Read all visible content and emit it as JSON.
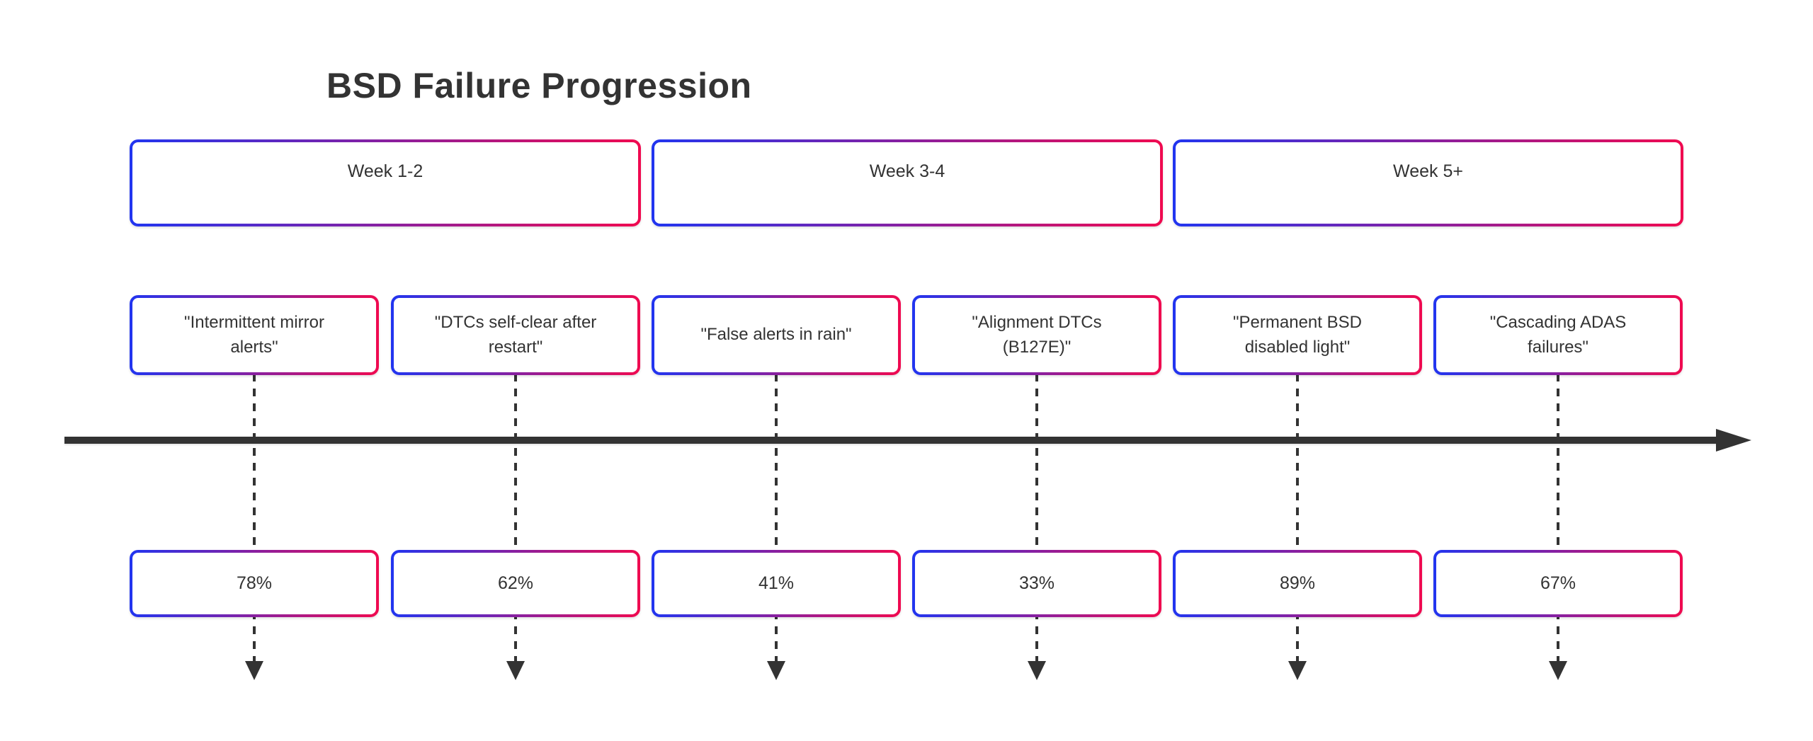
{
  "title": "BSD Failure Progression",
  "colors": {
    "gradient_start": "#2135f0",
    "gradient_end": "#f00a50",
    "text": "#333333",
    "arrow": "#333333"
  },
  "stages": [
    {
      "label": "Week 1-2"
    },
    {
      "label": "Week 3-4"
    },
    {
      "label": "Week 5+"
    }
  ],
  "events": [
    {
      "quote": "\"Intermittent mirror alerts\"",
      "percent": "78%"
    },
    {
      "quote": "\"DTCs self-clear after restart\"",
      "percent": "62%"
    },
    {
      "quote": "\"False alerts in rain\"",
      "percent": "41%"
    },
    {
      "quote": "\"Alignment DTCs (B127E)\"",
      "percent": "33%"
    },
    {
      "quote": "\"Permanent BSD disabled light\"",
      "percent": "89%"
    },
    {
      "quote": "\"Cascading ADAS failures\"",
      "percent": "67%"
    }
  ]
}
